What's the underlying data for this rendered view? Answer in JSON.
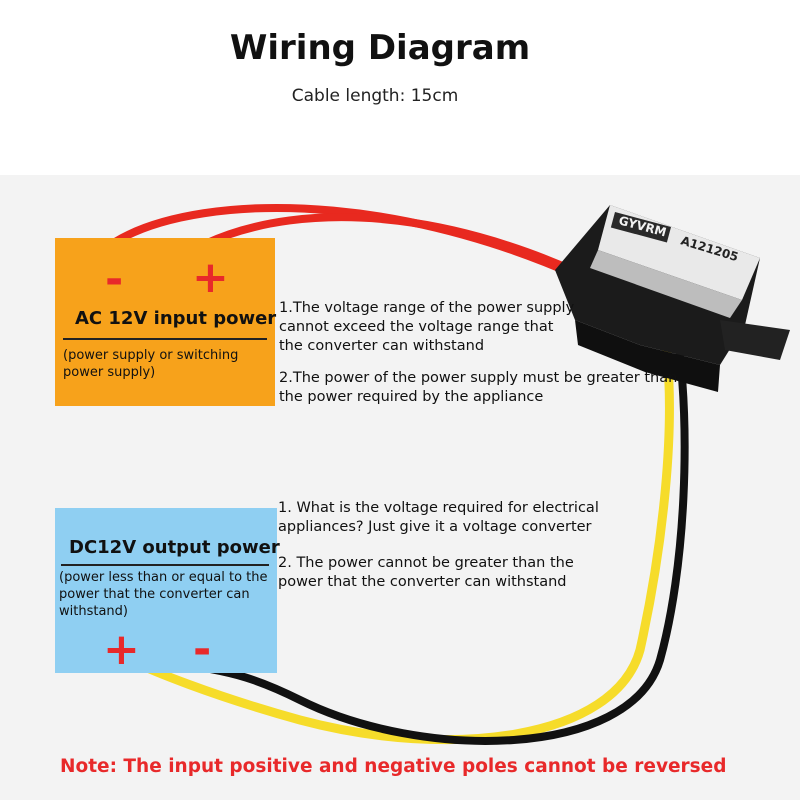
{
  "header": {
    "title": "Wiring Diagram",
    "subtitle": "Cable length: 15cm"
  },
  "input_box": {
    "minus": "-",
    "plus": "+",
    "heading": "AC 12V input power",
    "note": "(power supply or switching power supply)",
    "color": "#f7a21b"
  },
  "output_box": {
    "heading": "DC12V output power",
    "note": "(power less than or equal to the power that the converter can withstand)",
    "plus": "+",
    "minus": "-",
    "color": "#8fcff2"
  },
  "input_requirements": [
    "1.The voltage range of the power supply cannot exceed the voltage range that the converter can withstand",
    "2.The power of the power supply must be greater than the power required by the appliance"
  ],
  "output_requirements": [
    "1. What is the voltage required for electrical appliances? Just give it a voltage converter",
    "2. The power cannot be greater than the power that the converter can withstand"
  ],
  "converter": {
    "brand": "GYVRM",
    "model": "A121205"
  },
  "footer_note": "Note: The input positive and negative poles cannot be reversed",
  "colors": {
    "red_wire": "#e8291f",
    "yellow_wire": "#f6dc2a",
    "black_wire": "#111111",
    "note_red": "#e8292a"
  }
}
